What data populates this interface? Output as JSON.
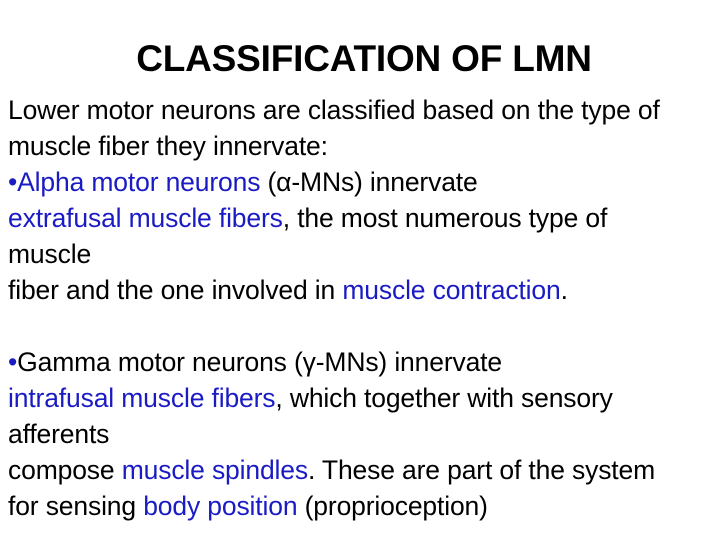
{
  "slide": {
    "title": "CLASSIFICATION OF LMN",
    "accent_color": "#1b1bc4",
    "text_color": "#000000",
    "background_color": "#ffffff",
    "bullet_glyph": "•",
    "lines": [
      {
        "id": "line-1",
        "bullet": false,
        "spans": [
          {
            "text": "Lower motor neurons are classified based on the type of",
            "style": "plain"
          }
        ]
      },
      {
        "id": "line-2",
        "bullet": false,
        "spans": [
          {
            "text": "muscle fiber they innervate:",
            "style": "plain"
          }
        ]
      },
      {
        "id": "line-3",
        "bullet": true,
        "spans": [
          {
            "text": "Alpha motor neurons",
            "style": "highlight"
          },
          {
            "text": " (α-MNs) innervate",
            "style": "plain"
          }
        ]
      },
      {
        "id": "line-4",
        "bullet": false,
        "spans": [
          {
            "text": "extrafusal muscle fibers",
            "style": "highlight"
          },
          {
            "text": ", the most numerous type of",
            "style": "plain"
          }
        ]
      },
      {
        "id": "line-5",
        "bullet": false,
        "spans": [
          {
            "text": "muscle",
            "style": "plain"
          }
        ]
      },
      {
        "id": "line-6",
        "bullet": false,
        "spans": [
          {
            "text": "fiber and the one involved in ",
            "style": "plain"
          },
          {
            "text": "muscle contraction",
            "style": "highlight"
          },
          {
            "text": ".",
            "style": "plain"
          }
        ]
      },
      {
        "id": "line-7",
        "bullet": false,
        "blank": true,
        "spans": []
      },
      {
        "id": "line-8",
        "bullet": true,
        "spans": [
          {
            "text": "Gamma motor neurons (γ-MNs) innervate",
            "style": "plain"
          }
        ]
      },
      {
        "id": "line-9",
        "bullet": false,
        "spans": [
          {
            "text": "intrafusal muscle fibers",
            "style": "highlight"
          },
          {
            "text": ", which together with sensory",
            "style": "plain"
          }
        ]
      },
      {
        "id": "line-10",
        "bullet": false,
        "spans": [
          {
            "text": "afferents",
            "style": "plain"
          }
        ]
      },
      {
        "id": "line-11",
        "bullet": false,
        "spans": [
          {
            "text": "compose ",
            "style": "plain"
          },
          {
            "text": "muscle spindles",
            "style": "highlight"
          },
          {
            "text": ". These are part of the system",
            "style": "plain"
          }
        ]
      },
      {
        "id": "line-12",
        "bullet": false,
        "spans": [
          {
            "text": "for sensing ",
            "style": "plain"
          },
          {
            "text": "body position",
            "style": "highlight"
          },
          {
            "text": " (proprioception)",
            "style": "plain"
          }
        ]
      }
    ]
  }
}
